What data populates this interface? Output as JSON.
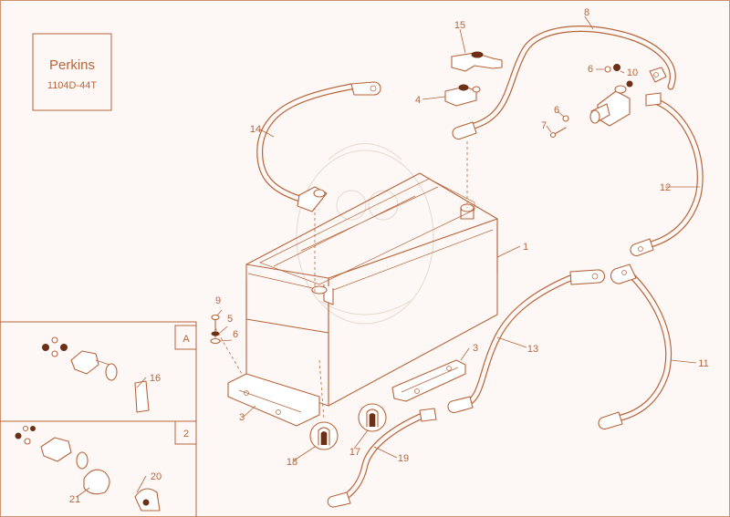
{
  "title_block": {
    "brand": "Perkins",
    "model": "1104D-44T"
  },
  "inset_labels": [
    "A",
    "2"
  ],
  "callouts": {
    "c1": "1",
    "c2": "2",
    "c3a": "3",
    "c3b": "3",
    "c4": "4",
    "c5": "5",
    "c6a": "6",
    "c6b": "6",
    "c7": "7",
    "c8": "8",
    "c9": "9",
    "c10": "10",
    "c11": "11",
    "c12": "12",
    "c13": "13",
    "c14": "14",
    "c15": "15",
    "c16": "16",
    "c17": "17",
    "c18": "18",
    "c19": "19",
    "c20": "20",
    "c21": "21"
  },
  "colors": {
    "line": "#b8643a",
    "background": "#fdf8f5",
    "dark_fill": "#6d2f16"
  }
}
